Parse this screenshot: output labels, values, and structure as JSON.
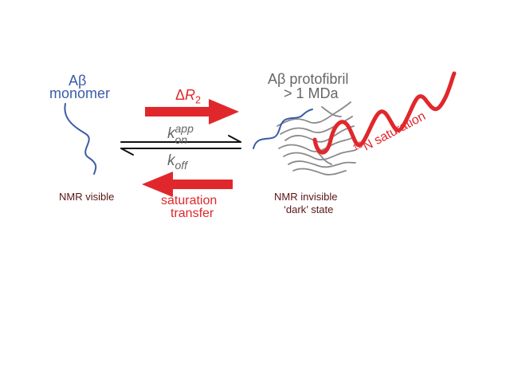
{
  "monomer": {
    "line1_prefix": "A",
    "line1_greek": "β",
    "line2": "monomer",
    "status": "NMR visible"
  },
  "protofibril": {
    "line1_prefix": "A",
    "line1_greek": "β",
    "line1_suffix": " protofibril",
    "line2": "> 1 MDa",
    "status_line1": "NMR invisible",
    "status_line2": "‘dark’ state"
  },
  "rates": {
    "forward_symbol": "k",
    "forward_sub": "on",
    "forward_sup": "app",
    "reverse_symbol": "k",
    "reverse_sub": "off"
  },
  "top_arrow": {
    "delta": "Δ",
    "symbol": "R",
    "sub": "2"
  },
  "bottom_arrow": {
    "line1": "saturation",
    "line2": "transfer"
  },
  "saturation": {
    "sup": "15",
    "text": "N saturation"
  },
  "colors": {
    "red": "#e0282c",
    "blue": "#3a5ca8",
    "gray": "#666666",
    "dark_red": "#5a1414"
  }
}
